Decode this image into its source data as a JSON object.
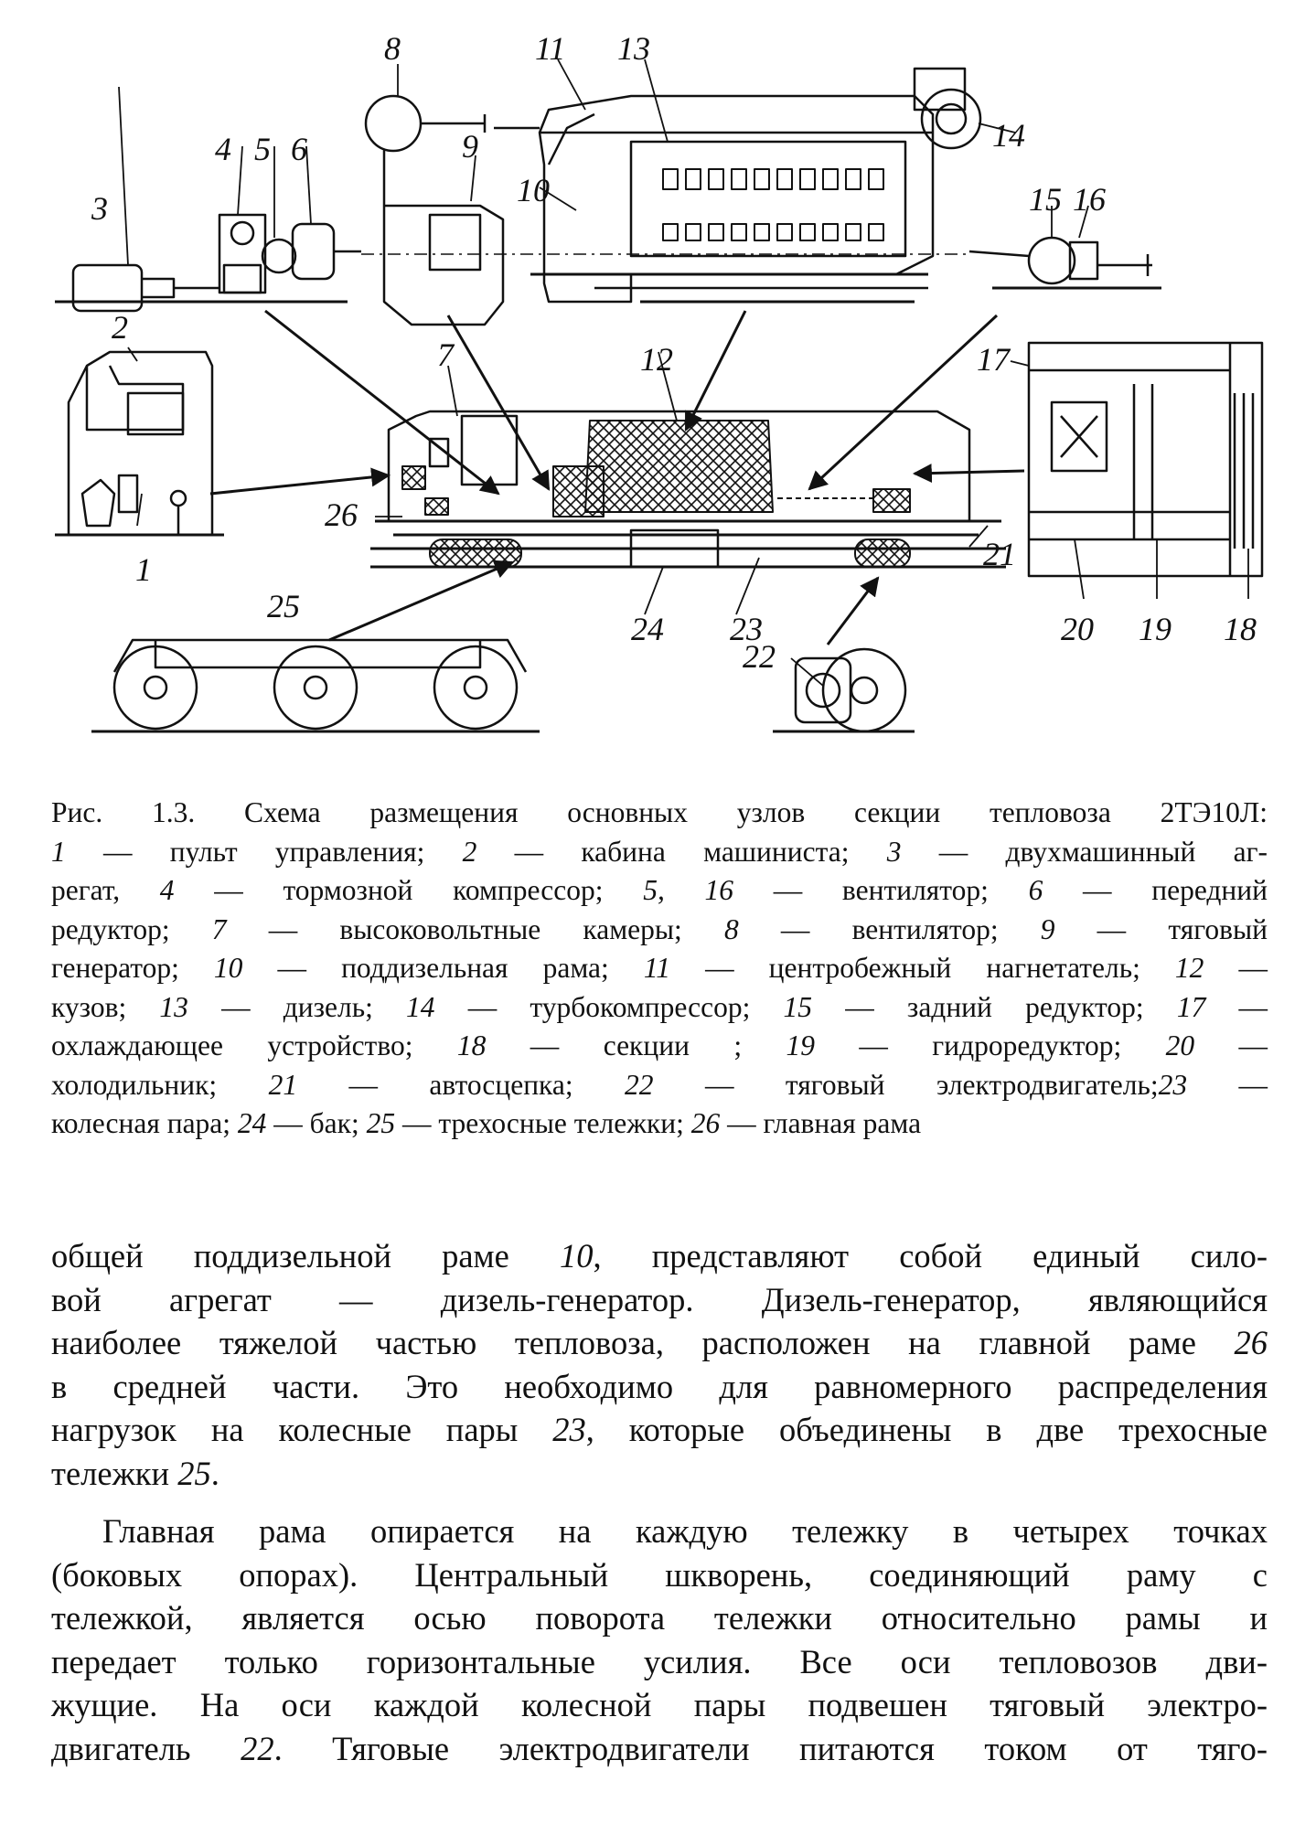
{
  "figure": {
    "labels": [
      "1",
      "2",
      "3",
      "4",
      "5",
      "6",
      "7",
      "8",
      "9",
      "10",
      "11",
      "12",
      "13",
      "14",
      "15",
      "16",
      "17",
      "18",
      "19",
      "20",
      "21",
      "22",
      "23",
      "24",
      "25",
      "26"
    ]
  },
  "caption": {
    "lines": [
      [
        {
          "t": "Рис. 1.3. Схема размещения основных узлов секции тепловоза 2ТЭ10Л:",
          "i": false
        }
      ],
      [
        {
          "t": "1",
          "i": true
        },
        {
          "t": " — пульт управления; ",
          "i": false
        },
        {
          "t": "2",
          "i": true
        },
        {
          "t": " — кабина машиниста; ",
          "i": false
        },
        {
          "t": "3",
          "i": true
        },
        {
          "t": " — двухмашинный аг-",
          "i": false
        }
      ],
      [
        {
          "t": "регат, ",
          "i": false
        },
        {
          "t": "4",
          "i": true
        },
        {
          "t": " — тормозной компрессор; ",
          "i": false
        },
        {
          "t": "5, 16",
          "i": true
        },
        {
          "t": " — вентилятор; ",
          "i": false
        },
        {
          "t": "6",
          "i": true
        },
        {
          "t": " — передний",
          "i": false
        }
      ],
      [
        {
          "t": "редуктор; ",
          "i": false
        },
        {
          "t": "7",
          "i": true
        },
        {
          "t": " — высоковольтные камеры; ",
          "i": false
        },
        {
          "t": "8",
          "i": true
        },
        {
          "t": " — вентилятор; ",
          "i": false
        },
        {
          "t": "9",
          "i": true
        },
        {
          "t": " — тяговый",
          "i": false
        }
      ],
      [
        {
          "t": "генератор; ",
          "i": false
        },
        {
          "t": "10",
          "i": true
        },
        {
          "t": " — поддизельная рама; ",
          "i": false
        },
        {
          "t": "11",
          "i": true
        },
        {
          "t": " — центробежный нагнетатель; ",
          "i": false
        },
        {
          "t": "12",
          "i": true
        },
        {
          "t": " —",
          "i": false
        }
      ],
      [
        {
          "t": "кузов; ",
          "i": false
        },
        {
          "t": "13",
          "i": true
        },
        {
          "t": " — дизель; ",
          "i": false
        },
        {
          "t": "14",
          "i": true
        },
        {
          "t": " — турбокомпрессор; ",
          "i": false
        },
        {
          "t": "15",
          "i": true
        },
        {
          "t": " — задний редуктор; ",
          "i": false
        },
        {
          "t": "17",
          "i": true
        },
        {
          "t": " —",
          "i": false
        }
      ],
      [
        {
          "t": "охлаждающее устройство; ",
          "i": false
        },
        {
          "t": "18",
          "i": true
        },
        {
          "t": " — секции ; ",
          "i": false
        },
        {
          "t": "19",
          "i": true
        },
        {
          "t": " — гидроредуктор; ",
          "i": false
        },
        {
          "t": "20",
          "i": true
        },
        {
          "t": " —",
          "i": false
        }
      ],
      [
        {
          "t": "холодильник; ",
          "i": false
        },
        {
          "t": "21",
          "i": true
        },
        {
          "t": " — автосцепка; ",
          "i": false
        },
        {
          "t": "22",
          "i": true
        },
        {
          "t": " — тяговый электродвигатель;",
          "i": false
        },
        {
          "t": "23",
          "i": true
        },
        {
          "t": " —",
          "i": false
        }
      ],
      [
        {
          "t": "колесная пара; ",
          "i": false
        },
        {
          "t": "24",
          "i": true
        },
        {
          "t": "  — бак; ",
          "i": false
        },
        {
          "t": "25",
          "i": true
        },
        {
          "t": " — трехосные тележки; ",
          "i": false
        },
        {
          "t": "26",
          "i": true
        },
        {
          "t": " — главная рама",
          "i": false
        }
      ]
    ]
  },
  "body": {
    "paragraphs": [
      {
        "indent": false,
        "lines": [
          [
            {
              "t": "общей поддизельной раме ",
              "i": false
            },
            {
              "t": "10",
              "i": true
            },
            {
              "t": ", представляют собой единый сило-",
              "i": false
            }
          ],
          [
            {
              "t": "вой агрегат — дизель-генератор. Дизель-генератор, являющийся",
              "i": false
            }
          ],
          [
            {
              "t": "наиболее тяжелой частью тепловоза, расположен на главной раме ",
              "i": false
            },
            {
              "t": "26",
              "i": true
            }
          ],
          [
            {
              "t": "в средней части. Это необходимо для равномерного распределения",
              "i": false
            }
          ],
          [
            {
              "t": "нагрузок на колесные пары ",
              "i": false
            },
            {
              "t": "23",
              "i": true
            },
            {
              "t": ", которые объединены в две трехосные",
              "i": false
            }
          ],
          [
            {
              "t": "тележки ",
              "i": false
            },
            {
              "t": "25",
              "i": true
            },
            {
              "t": ".",
              "i": false
            }
          ]
        ]
      },
      {
        "indent": true,
        "lines": [
          [
            {
              "t": "Главная рама опирается на каждую тележку в четырех точках",
              "i": false
            }
          ],
          [
            {
              "t": "(боковых опорах). Центральный шкворень, соединяющий раму с",
              "i": false
            }
          ],
          [
            {
              "t": "тележкой, является осью поворота тележки относительно рамы и",
              "i": false
            }
          ],
          [
            {
              "t": "передает только горизонтальные усилия. Все оси тепловозов дви-",
              "i": false
            }
          ],
          [
            {
              "t": "жущие. На оси каждой колесной пары подвешен тяговый электро-",
              "i": false
            }
          ],
          [
            {
              "t": "двигатель ",
              "i": false
            },
            {
              "t": "22",
              "i": true
            },
            {
              "t": ". Тяговые электродвигатели питаются током от тяго-",
              "i": false
            }
          ]
        ]
      }
    ]
  }
}
